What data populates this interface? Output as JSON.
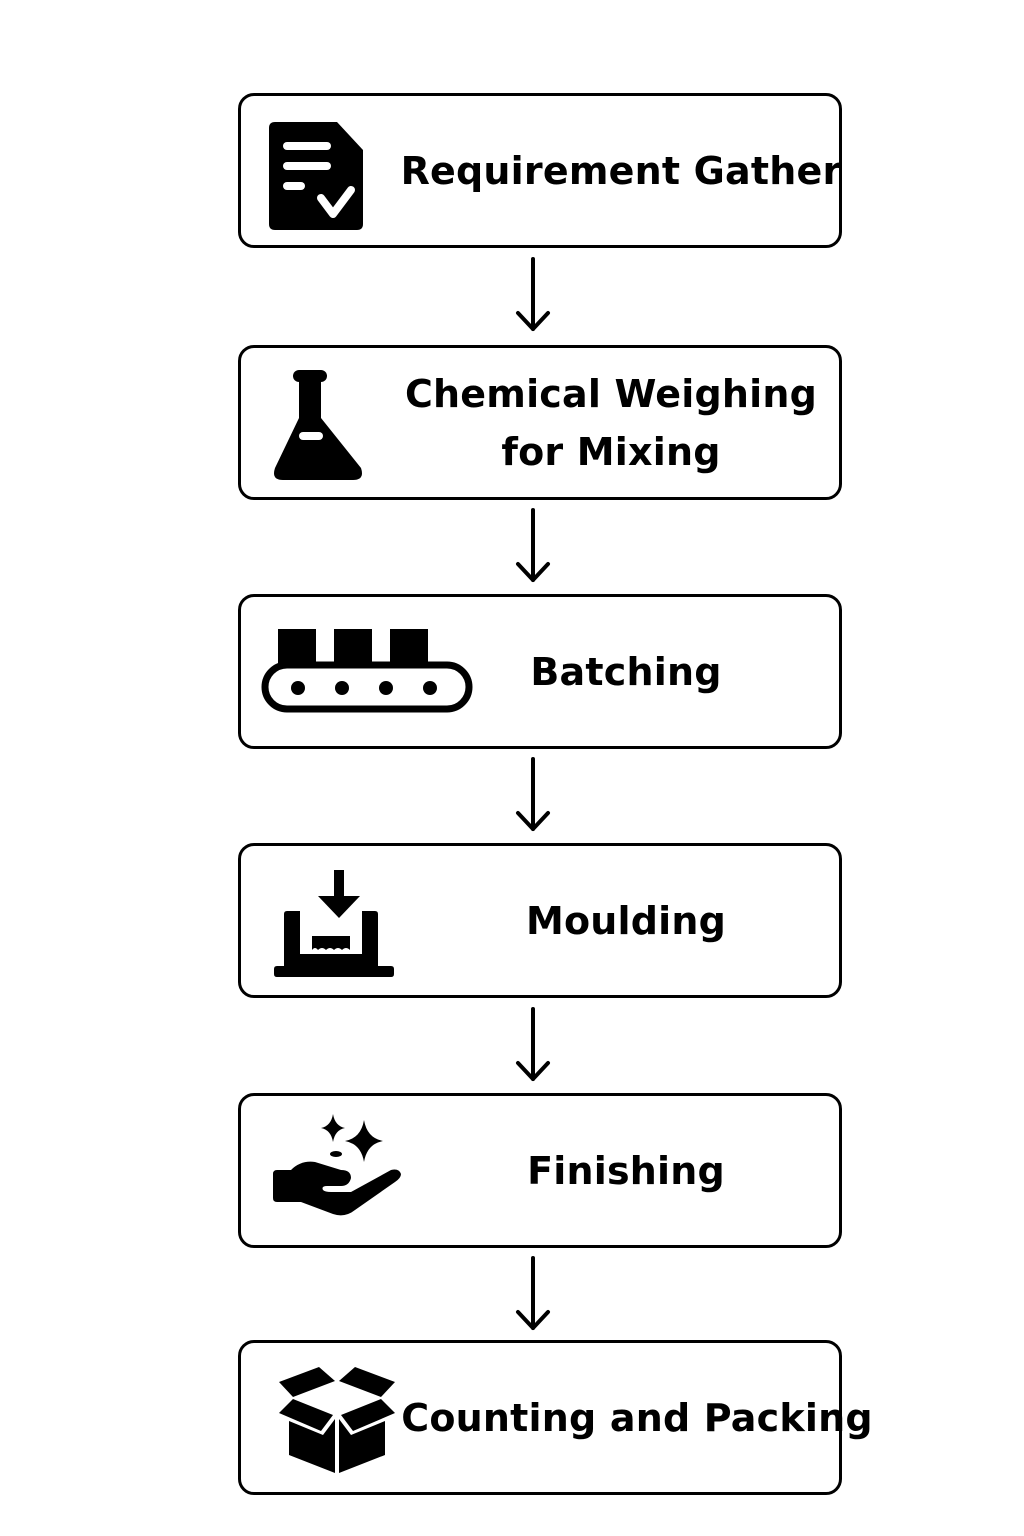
{
  "diagram": {
    "type": "vertical-flowchart",
    "colors": {
      "stroke": "#000000",
      "fill": "#000000",
      "background": "#ffffff"
    },
    "steps": [
      {
        "label": "Requirement Gather",
        "icon": "document-check-icon"
      },
      {
        "label": "Chemical Weighing\nfor Mixing",
        "label_line1": "Chemical Weighing",
        "label_line2": "for Mixing",
        "icon": "flask-icon"
      },
      {
        "label": "Batching",
        "icon": "conveyor-belt-icon"
      },
      {
        "label": "Moulding",
        "icon": "mould-icon"
      },
      {
        "label": "Finishing",
        "icon": "hand-sparkles-icon"
      },
      {
        "label": "Counting and Packing",
        "icon": "open-box-icon"
      }
    ],
    "connectors": [
      {
        "from": 0,
        "to": 1,
        "type": "arrow-down"
      },
      {
        "from": 1,
        "to": 2,
        "type": "arrow-down"
      },
      {
        "from": 2,
        "to": 3,
        "type": "arrow-down"
      },
      {
        "from": 3,
        "to": 4,
        "type": "arrow-down"
      },
      {
        "from": 4,
        "to": 5,
        "type": "arrow-down"
      }
    ]
  }
}
